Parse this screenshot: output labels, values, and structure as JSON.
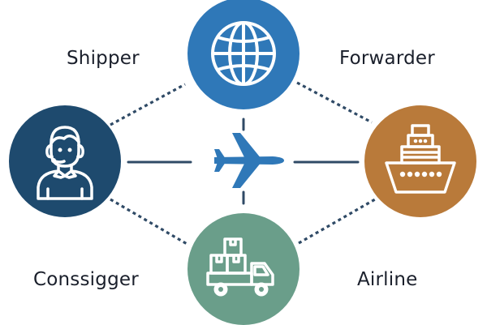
{
  "diagram": {
    "type": "network",
    "center": {
      "icon": "airplane-icon",
      "color": "#2f78b8"
    },
    "nodes": [
      {
        "id": "globe",
        "icon": "globe-icon",
        "color": "#2f78b8",
        "position": "top"
      },
      {
        "id": "person",
        "icon": "support-agent-icon",
        "color": "#1e4a6e",
        "position": "left"
      },
      {
        "id": "ship",
        "icon": "cargo-ship-icon",
        "color": "#b97a3a",
        "position": "right"
      },
      {
        "id": "truck",
        "icon": "delivery-truck-icon",
        "color": "#6a9e8a",
        "position": "bottom"
      }
    ],
    "labels": {
      "top_left": "Shipper",
      "top_right": "Forwarder",
      "bottom_left": "Conssigger",
      "bottom_right": "Airline"
    },
    "connectors": {
      "dotted_color": "#2f4a66",
      "solid_color": "#2f4a66",
      "dotted": [
        "person-globe",
        "globe-ship",
        "person-truck",
        "truck-ship"
      ],
      "solid": [
        "person-center",
        "center-ship",
        "globe-center",
        "center-truck"
      ]
    }
  }
}
